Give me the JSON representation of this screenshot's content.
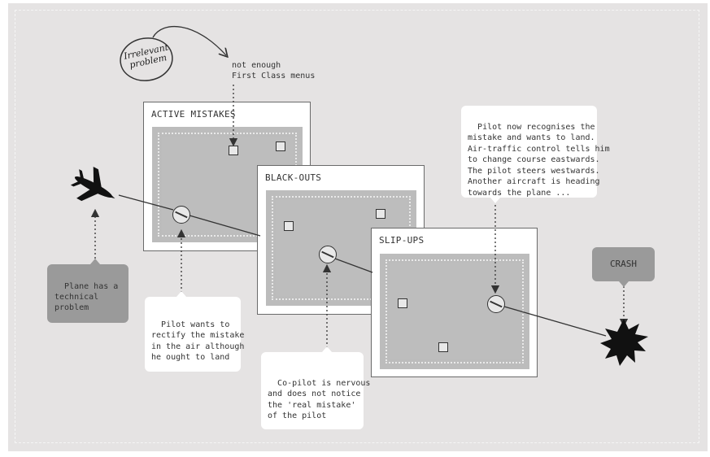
{
  "diagram": {
    "colors": {
      "background": "#e5e3e3",
      "card_border": "#6a6a6a",
      "inner_panel": "#bcbcbc",
      "grey_callout": "#9a9a9a",
      "ink": "#333333"
    },
    "irrelevant_note": "Irrelevant problem",
    "irrelevant_example": "not enough\nFirst Class menus",
    "cards": [
      {
        "title": "ACTIVE MISTAKES"
      },
      {
        "title": "BLACK-OUTS"
      },
      {
        "title": "SLIP-UPS"
      }
    ],
    "callouts": {
      "plane": "Plane has a\ntechnical\nproblem",
      "pilot_rectify": "Pilot wants to\nrectify the mistake\nin the air although\nhe ought to land",
      "copilot": "Co-pilot is nervous\nand does not notice\nthe 'real mistake'\nof the pilot",
      "pilot_recognises": "Pilot now recognises the\nmistake and wants to land.\nAir-traffic control tells him\nto change course eastwards.\nThe pilot steers westwards.\nAnother aircraft is heading\ntowards the plane ...",
      "crash": "CRASH"
    },
    "icons": [
      "airplane-icon",
      "explosion-icon"
    ]
  }
}
